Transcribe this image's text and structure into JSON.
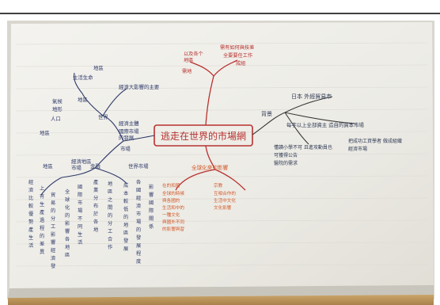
{
  "central_topic": "逃走在世界的市場網",
  "left_branch_label": "地區",
  "right_branch_label": "背景",
  "right_notes": [
    "日本  外經貿易市",
    "每字以上全部資主 造自的資本市場",
    "懂讀小學不可  且進攻動員也",
    "把成功工資學者 做成組織"
  ],
  "bottom_red_notes": [
    "在的和國",
    "宗教"
  ]
}
